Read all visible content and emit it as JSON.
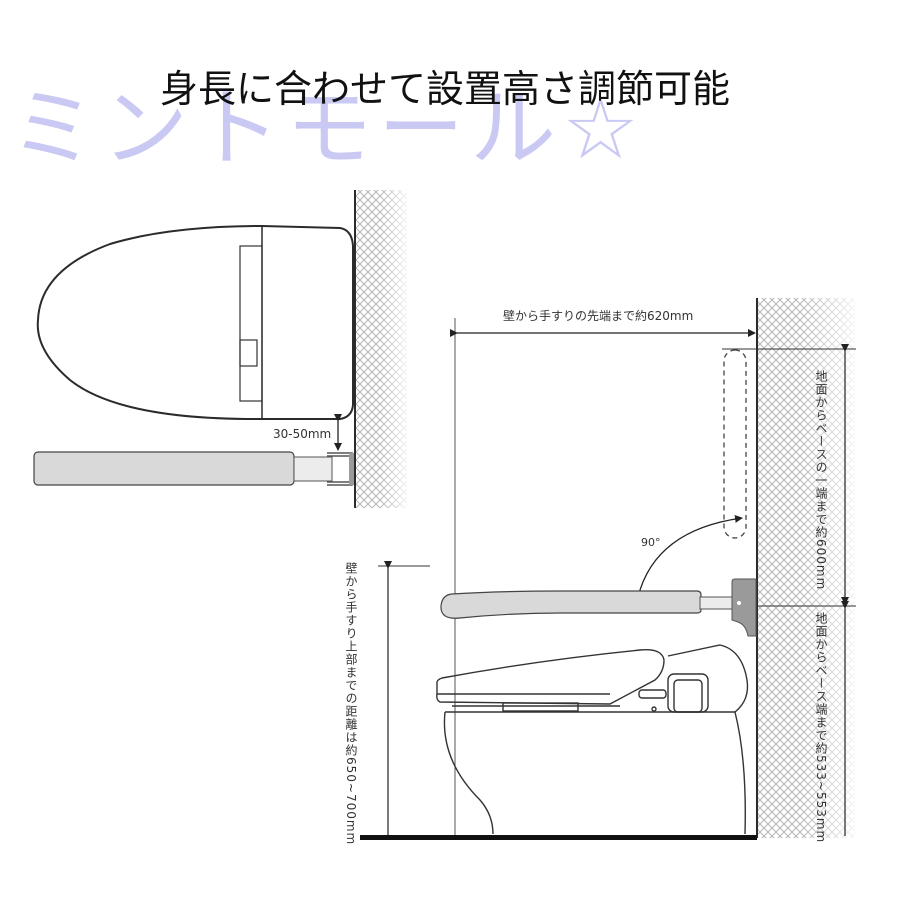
{
  "header": {
    "title": "身長に合わせて設置高さ調節可能",
    "watermark": "ミントモール☆"
  },
  "top_view": {
    "gap_label": "30-50mm"
  },
  "side_view": {
    "horizontal_distance_label": "壁から手すりの先端まで約620mm",
    "rotation_label": "90°",
    "right_upper_label": "地面からベースの一端まで約600mm",
    "right_lower_label": "地面からベース端まで約533~553mm",
    "left_vertical_label": "壁から手すり上部までの距離は約650~700mm"
  },
  "colors": {
    "line": "#2b2b2b",
    "handrail_fill": "#d9d9d9",
    "bracket_fill": "#9a9a9a",
    "wall_hatch": "#b5b5b5",
    "watermark": "#b9b8f0"
  }
}
